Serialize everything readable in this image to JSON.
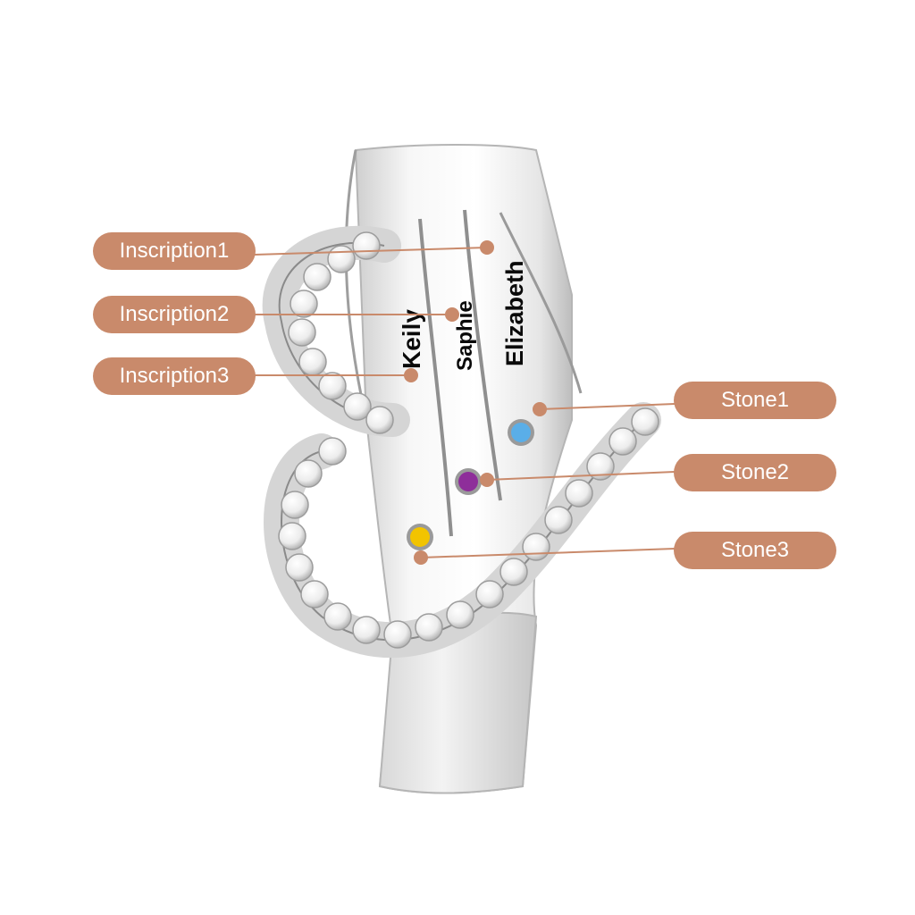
{
  "colors": {
    "callout": "#c98a6b",
    "metal_light": "#f4f4f4",
    "metal_shade": "#bdbdbd",
    "stone1": "#5aaee8",
    "stone2": "#8e2e9a",
    "stone3": "#f2c400"
  },
  "callouts": {
    "inscription1": "Inscription1",
    "inscription2": "Inscription2",
    "inscription3": "Inscription3",
    "stone1": "Stone1",
    "stone2": "Stone2",
    "stone3": "Stone3"
  },
  "engravings": {
    "name1": "Elizabeth",
    "name2": "Saphie",
    "name3": "Keily"
  }
}
